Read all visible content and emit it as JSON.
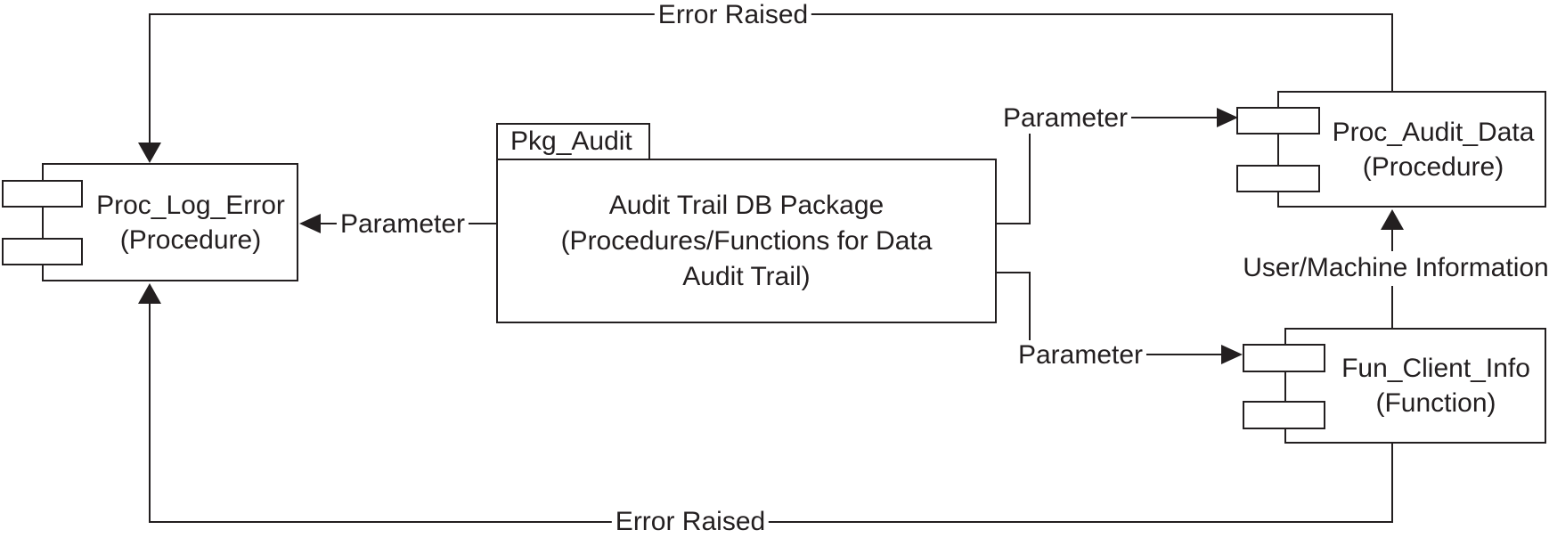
{
  "diagram": {
    "title_hint": "UML component diagram of audit trail database package",
    "colors": {
      "line": "#231f20",
      "background": "#ffffff"
    },
    "nodes": {
      "pkg_audit": {
        "tab_label": "Pkg_Audit",
        "body_lines": {
          "0": "Audit Trail DB Package",
          "1": "(Procedures/Functions for Data",
          "2": "Audit Trail)"
        }
      },
      "proc_log_error": {
        "name": "Proc_Log_Error",
        "type": "(Procedure)"
      },
      "proc_audit_data": {
        "name": "Proc_Audit_Data",
        "type": "(Procedure)"
      },
      "fun_client_info": {
        "name": "Fun_Client_Info",
        "type": "(Function)"
      }
    },
    "edges": {
      "error_raised_top": "Error Raised",
      "error_raised_bottom": "Error Raised",
      "parameter_left": "Parameter",
      "parameter_top_right": "Parameter",
      "parameter_bottom_right": "Parameter",
      "user_machine_info": "User/Machine Information"
    }
  }
}
